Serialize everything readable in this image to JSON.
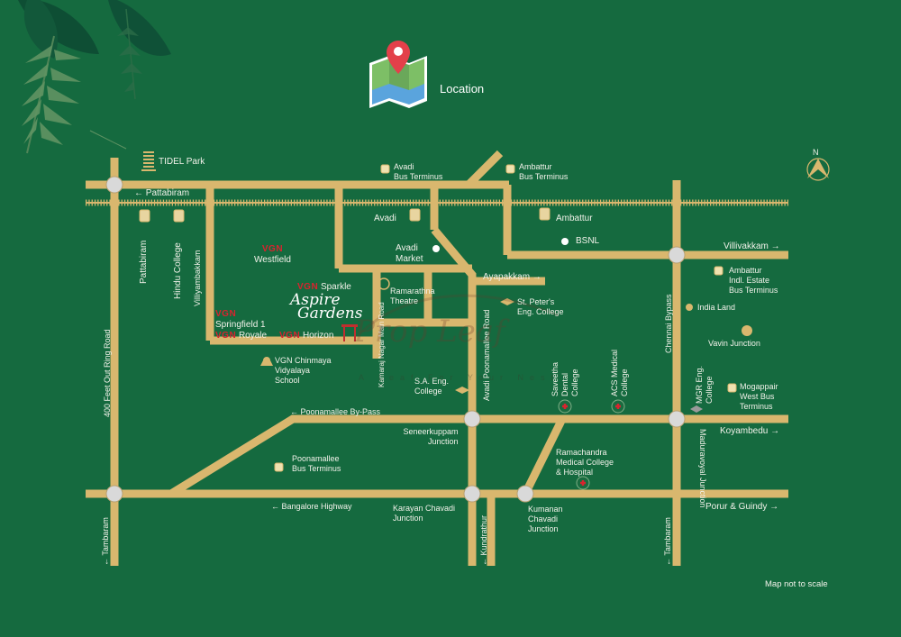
{
  "header": {
    "title": "Location",
    "icon": "map-pin-icon"
  },
  "compass": {
    "label": "N"
  },
  "footer": {
    "note": "Map not to scale"
  },
  "watermark": {
    "brand": "Prop Leaf",
    "tagline": "A Leaf For Your Nest"
  },
  "colors": {
    "background": "#156a3f",
    "road": "#d9b76e",
    "junction": "#d9d9d9",
    "accent_red": "#d9232e",
    "text": "#f2f2ea"
  },
  "roads": {
    "pattabiram": "← Pattabiram",
    "ring_road": "400 Feet Out Ring Road",
    "tambaram_left": "← Tambaram",
    "villivakkam": "Villivakkam →",
    "ayapakkam": "Ayapakkam →",
    "chennai_bypass": "Chennai Bypass",
    "poonamallee_bypass": "← Poonamallee By-Pass",
    "bangalore_highway": "← Bangalore Highway",
    "koyambedu": "Koyambedu →",
    "porur_guindy": "Porur & Guindy →",
    "kundrathur": "← Kundrathur",
    "tambaram_right": "← Tambaram",
    "avadi_poonamallee": "Avadi Poonamallee Road",
    "kamaraj_nagar": "Kamaraj Nagar Main Road",
    "villiyambakkam": "Villiyambakkam",
    "maduravoyal": "Maduravoyal Junction"
  },
  "places": {
    "tidel_park": "TIDEL Park",
    "avadi_bus_1": "Avadi",
    "avadi_bus_2": "Bus Terminus",
    "ambattur_bus_1": "Ambattur",
    "ambattur_bus_2": "Bus Terminus",
    "pattabiram_stn": "Pattabiram",
    "hindu_college_stn": "Hindu College",
    "avadi_stn": "Avadi",
    "ambattur_stn": "Ambattur",
    "bsnl": "BSNL",
    "avadi_market_1": "Avadi",
    "avadi_market_2": "Market",
    "ramarathna_1": "Ramarathna",
    "ramarathna_2": "Theatre",
    "st_peters_1": "St. Peter's",
    "st_peters_2": "Eng. College",
    "ambattur_indl_1": "Ambattur",
    "ambattur_indl_2": "Indl. Estate",
    "ambattur_indl_3": "Bus Terminus",
    "india_land": "India Land",
    "vavin": "Vavin Junction",
    "mogappair_1": "Mogappair",
    "mogappair_2": "West Bus",
    "mogappair_3": "Terminus",
    "mgr_1": "MGR Eng.",
    "mgr_2": "College",
    "saveetha_1": "Saveetha",
    "saveetha_2": "Dental",
    "saveetha_3": "College",
    "acs_1": "ACS Medical",
    "acs_2": "College",
    "sa_eng_1": "S.A. Eng.",
    "sa_eng_2": "College",
    "chinmaya_1": "VGN Chinmaya",
    "chinmaya_2": "Vidyalaya",
    "chinmaya_3": "School",
    "seneerkuppam_1": "Seneerkuppam",
    "seneerkuppam_2": "Junction",
    "poonamallee_bus_1": "Poonamallee",
    "poonamallee_bus_2": "Bus Terminus",
    "karayan_1": "Karayan Chavadi",
    "karayan_2": "Junction",
    "ramachandra_1": "Ramachandra",
    "ramachandra_2": "Medical College",
    "ramachandra_3": "& Hospital",
    "kumanan_1": "Kumanan",
    "kumanan_2": "Chavadi",
    "kumanan_3": "Junction"
  },
  "projects": {
    "brand": "VGN",
    "westfield": "Westfield",
    "sparkle": "Sparkle",
    "springfield": "Springfield 1",
    "royale": "Royale",
    "horizon": "Horizon",
    "aspire_1": "Aspire",
    "aspire_2": "Gardens"
  }
}
